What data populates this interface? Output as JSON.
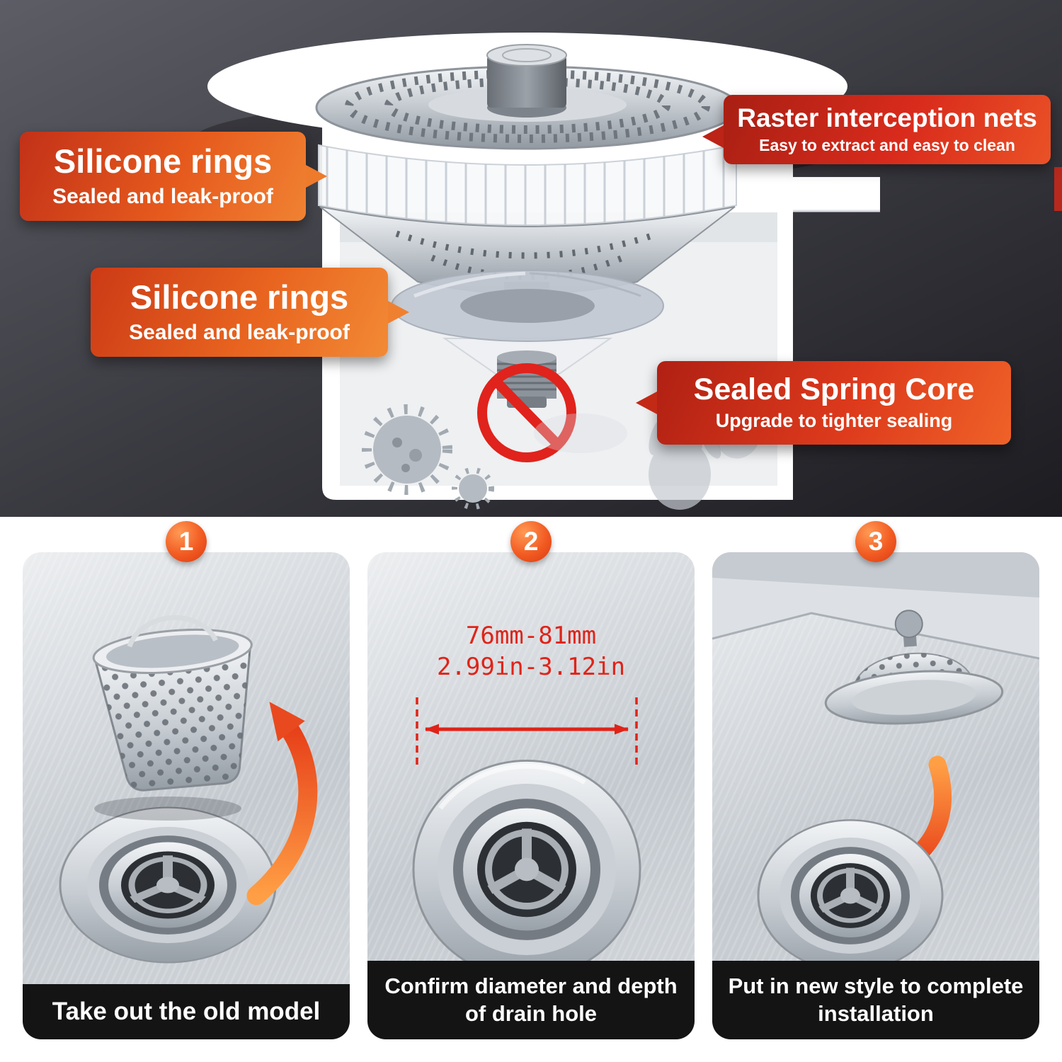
{
  "hero": {
    "callouts": {
      "raster": {
        "title": "Raster interception nets",
        "subtitle": "Easy to extract and easy to clean"
      },
      "silicone_top": {
        "title": "Silicone rings",
        "subtitle": "Sealed and leak-proof"
      },
      "silicone_bottom": {
        "title": "Silicone rings",
        "subtitle": "Sealed and leak-proof"
      },
      "spring": {
        "title": "Sealed Spring Core",
        "subtitle": "Upgrade to tighter sealing"
      }
    }
  },
  "steps": [
    {
      "number": "1",
      "caption": "Take out the old model"
    },
    {
      "number": "2",
      "caption": "Confirm diameter and depth of drain hole",
      "measurement_mm": "76mm-81mm",
      "measurement_in": "2.99in-3.12in"
    },
    {
      "number": "3",
      "caption": "Put in new style to complete installation"
    }
  ],
  "icons": {
    "step1_arrow": "curved-arrow-up-icon",
    "step3_arrow": "curved-arrow-down-icon",
    "prohibition": "no-leak-prohibition-icon",
    "germ": "germ-icon",
    "hand": "hand-smudge-icon"
  },
  "colors": {
    "callout_red": "#d92b1c",
    "callout_orange": "#f08232",
    "accent_orange": "#f25b22",
    "measurement_red": "#e02318",
    "prohibition_red": "#e0231c",
    "caption_bar": "#141414",
    "hero_background": "#3a3a41"
  }
}
